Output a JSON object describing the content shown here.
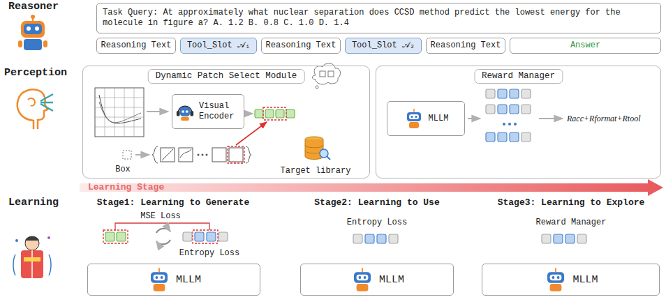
{
  "diagram": {
    "nodes": [
      {
        "text": [
          "Task Query: At approximately what nuclear separation does CCSD method predict the lowest energy for the molecule in figure a? A. 1.2 B. 0.8 C. 1.0 D. 1.4"
        ]
      },
      {
        "text": [
          "Reasoning Text"
        ]
      },
      {
        "text": [
          "Tool_Slot 𝒜₁"
        ]
      },
      {
        "text": [
          "Reasoning Text"
        ]
      },
      {
        "text": [
          "Tool_Slot 𝒜₂"
        ]
      },
      {
        "text": [
          "Reasoning Text"
        ]
      },
      {
        "text": [
          "Answer"
        ]
      },
      {
        "text": [
          "Dynamic Patch Select Module"
        ]
      },
      {
        "text": [
          "Visual Encoder"
        ],
        "in": 7
      },
      {
        "text": [
          "Reward Manager"
        ]
      },
      {
        "text": [
          "MLLM"
        ],
        "in": 9
      },
      {
        "text": [
          "MLLM"
        ]
      },
      {
        "text": [
          "MLLM"
        ]
      },
      {
        "text": [
          "MLLM"
        ]
      }
    ],
    "labels": [
      "Reasoner",
      "Perception",
      "Box",
      "Target library",
      "Racc+Rformat+Rtool",
      "Learning Stage",
      "Learning",
      "Stage1: Learning to Generate",
      "MSE Loss",
      "Entropy Loss",
      "Stage2: Learning to Use",
      "Entropy Loss",
      "Stage3: Learning to Explore",
      "Reward Manager"
    ]
  }
}
